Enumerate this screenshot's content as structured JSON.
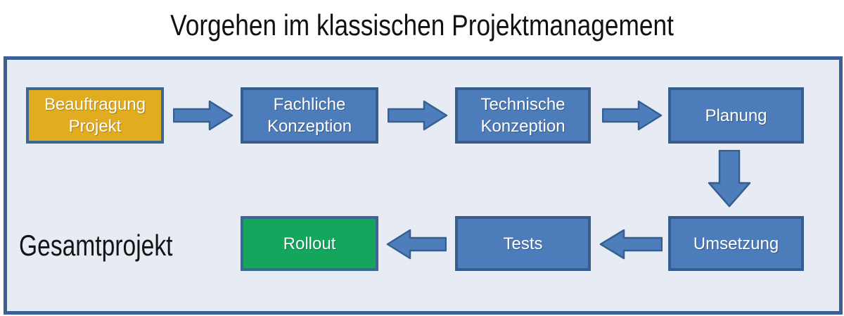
{
  "title": "Vorgehen im klassischen Projektmanagement",
  "diagram": {
    "group_label": "Gesamtprojekt",
    "steps": [
      {
        "id": "beauftragung",
        "label": "Beauftragung Projekt",
        "fill": "#e2ac20",
        "row": 1
      },
      {
        "id": "fachliche",
        "label": "Fachliche Konzeption",
        "fill": "#4d7cba",
        "row": 1
      },
      {
        "id": "technische",
        "label": "Technische Konzeption",
        "fill": "#4d7cba",
        "row": 1
      },
      {
        "id": "planung",
        "label": "Planung",
        "fill": "#4d7cba",
        "row": 1
      },
      {
        "id": "umsetzung",
        "label": "Umsetzung",
        "fill": "#4d7cba",
        "row": 2
      },
      {
        "id": "tests",
        "label": "Tests",
        "fill": "#4d7cba",
        "row": 2
      },
      {
        "id": "rollout",
        "label": "Rollout",
        "fill": "#13a65c",
        "row": 2
      }
    ],
    "flow_order": [
      "Beauftragung Projekt",
      "Fachliche Konzeption",
      "Technische Konzeption",
      "Planung",
      "Umsetzung",
      "Tests",
      "Rollout"
    ],
    "arrows": [
      {
        "from": "beauftragung",
        "to": "fachliche",
        "direction": "right"
      },
      {
        "from": "fachliche",
        "to": "technische",
        "direction": "right"
      },
      {
        "from": "technische",
        "to": "planung",
        "direction": "right"
      },
      {
        "from": "planung",
        "to": "umsetzung",
        "direction": "down"
      },
      {
        "from": "umsetzung",
        "to": "tests",
        "direction": "left"
      },
      {
        "from": "tests",
        "to": "rollout",
        "direction": "left"
      }
    ]
  },
  "colors": {
    "panel_fill": "#e7ecf4",
    "panel_border": "#3a6191",
    "node_blue": "#4d7cba",
    "node_blue_border": "#365d8c",
    "node_gold": "#e2ac20",
    "node_green": "#13a65c",
    "arrow_fill": "#4e7dbb",
    "arrow_border": "#365f91",
    "text_on_node": "#ffffff",
    "title_text": "#111111"
  }
}
